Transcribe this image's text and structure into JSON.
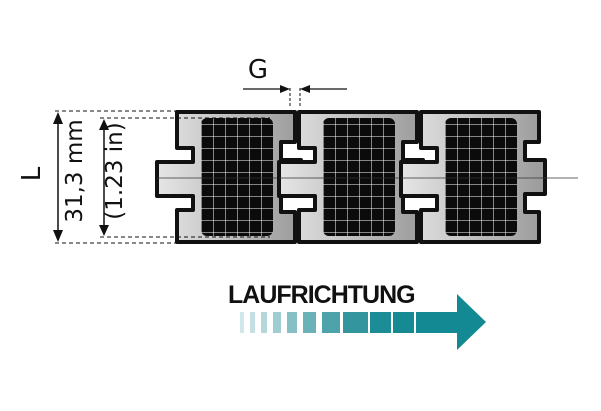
{
  "labels": {
    "gap": "G",
    "length": "L",
    "pitch_mm": "31,3 mm",
    "pitch_in": "(1.23 in)"
  },
  "direction": {
    "label": "LAUFRICHTUNG",
    "arrow_color": "#138a93"
  },
  "module_count": 3
}
